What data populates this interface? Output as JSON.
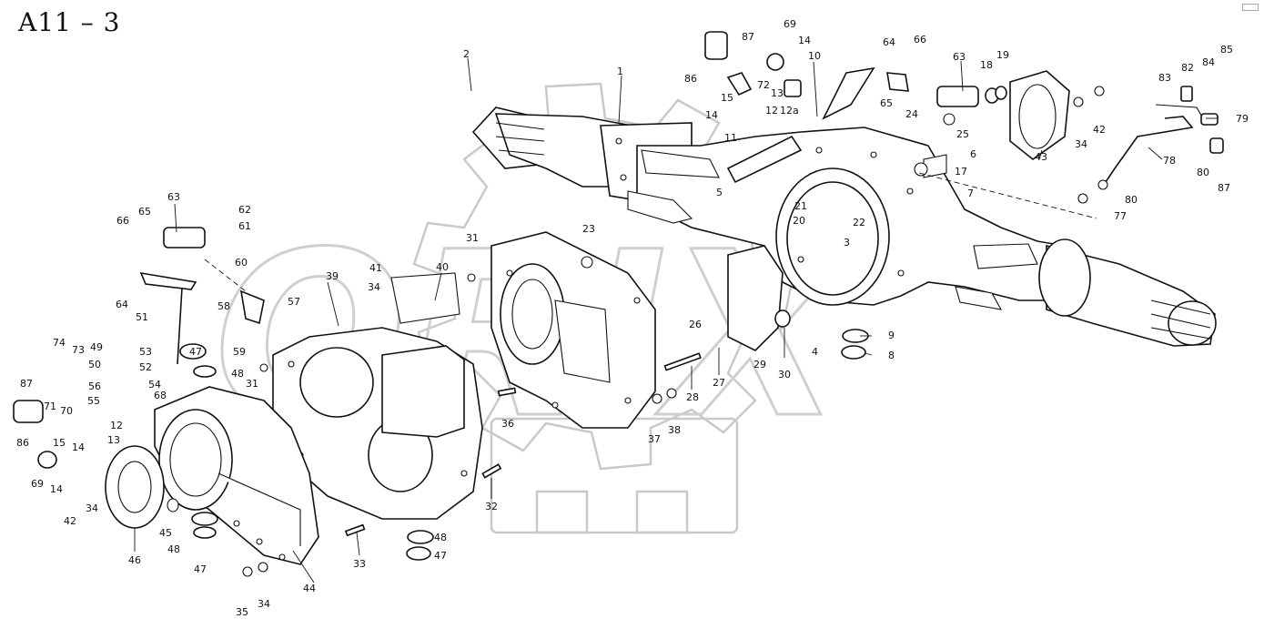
{
  "title": "A11 – 3",
  "watermark": {
    "text": "ORIX",
    "color": "#c9c9c9"
  },
  "labels": {
    "l1": "1",
    "l2": "2",
    "l3": "3",
    "l4": "4",
    "l5": "5",
    "l6": "6",
    "l7": "7",
    "l8": "8",
    "l9": "9",
    "l10": "10",
    "l11": "11",
    "l12": "12",
    "l12a": "12a",
    "l13": "13",
    "l14": "14",
    "l15": "15",
    "l17": "17",
    "l18": "18",
    "l19": "19",
    "l20": "20",
    "l21": "21",
    "l22": "22",
    "l23": "23",
    "l24": "24",
    "l25": "25",
    "l26": "26",
    "l27": "27",
    "l28": "28",
    "l29": "29",
    "l30": "30",
    "l31": "31",
    "l32": "32",
    "l33": "33",
    "l34": "34",
    "l35": "35",
    "l36": "36",
    "l37": "37",
    "l38": "38",
    "l39": "39",
    "l40": "40",
    "l41": "41",
    "l42": "42",
    "l43": "43",
    "l44": "44",
    "l45": "45",
    "l46": "46",
    "l47": "47",
    "l48": "48",
    "l49": "49",
    "l50": "50",
    "l51": "51",
    "l52": "52",
    "l53": "53",
    "l54": "54",
    "l55": "55",
    "l56": "56",
    "l57": "57",
    "l58": "58",
    "l59": "59",
    "l60": "60",
    "l61": "61",
    "l62": "62",
    "l63": "63",
    "l64": "64",
    "l65": "65",
    "l66": "66",
    "l68": "68",
    "l69": "69",
    "l70": "70",
    "l71": "71",
    "l72": "72",
    "l73": "73",
    "l74": "74",
    "l77": "77",
    "l78": "78",
    "l79": "79",
    "l80": "80",
    "l82": "82",
    "l83": "83",
    "l84": "84",
    "l85": "85",
    "l86": "86",
    "l87": "87"
  }
}
